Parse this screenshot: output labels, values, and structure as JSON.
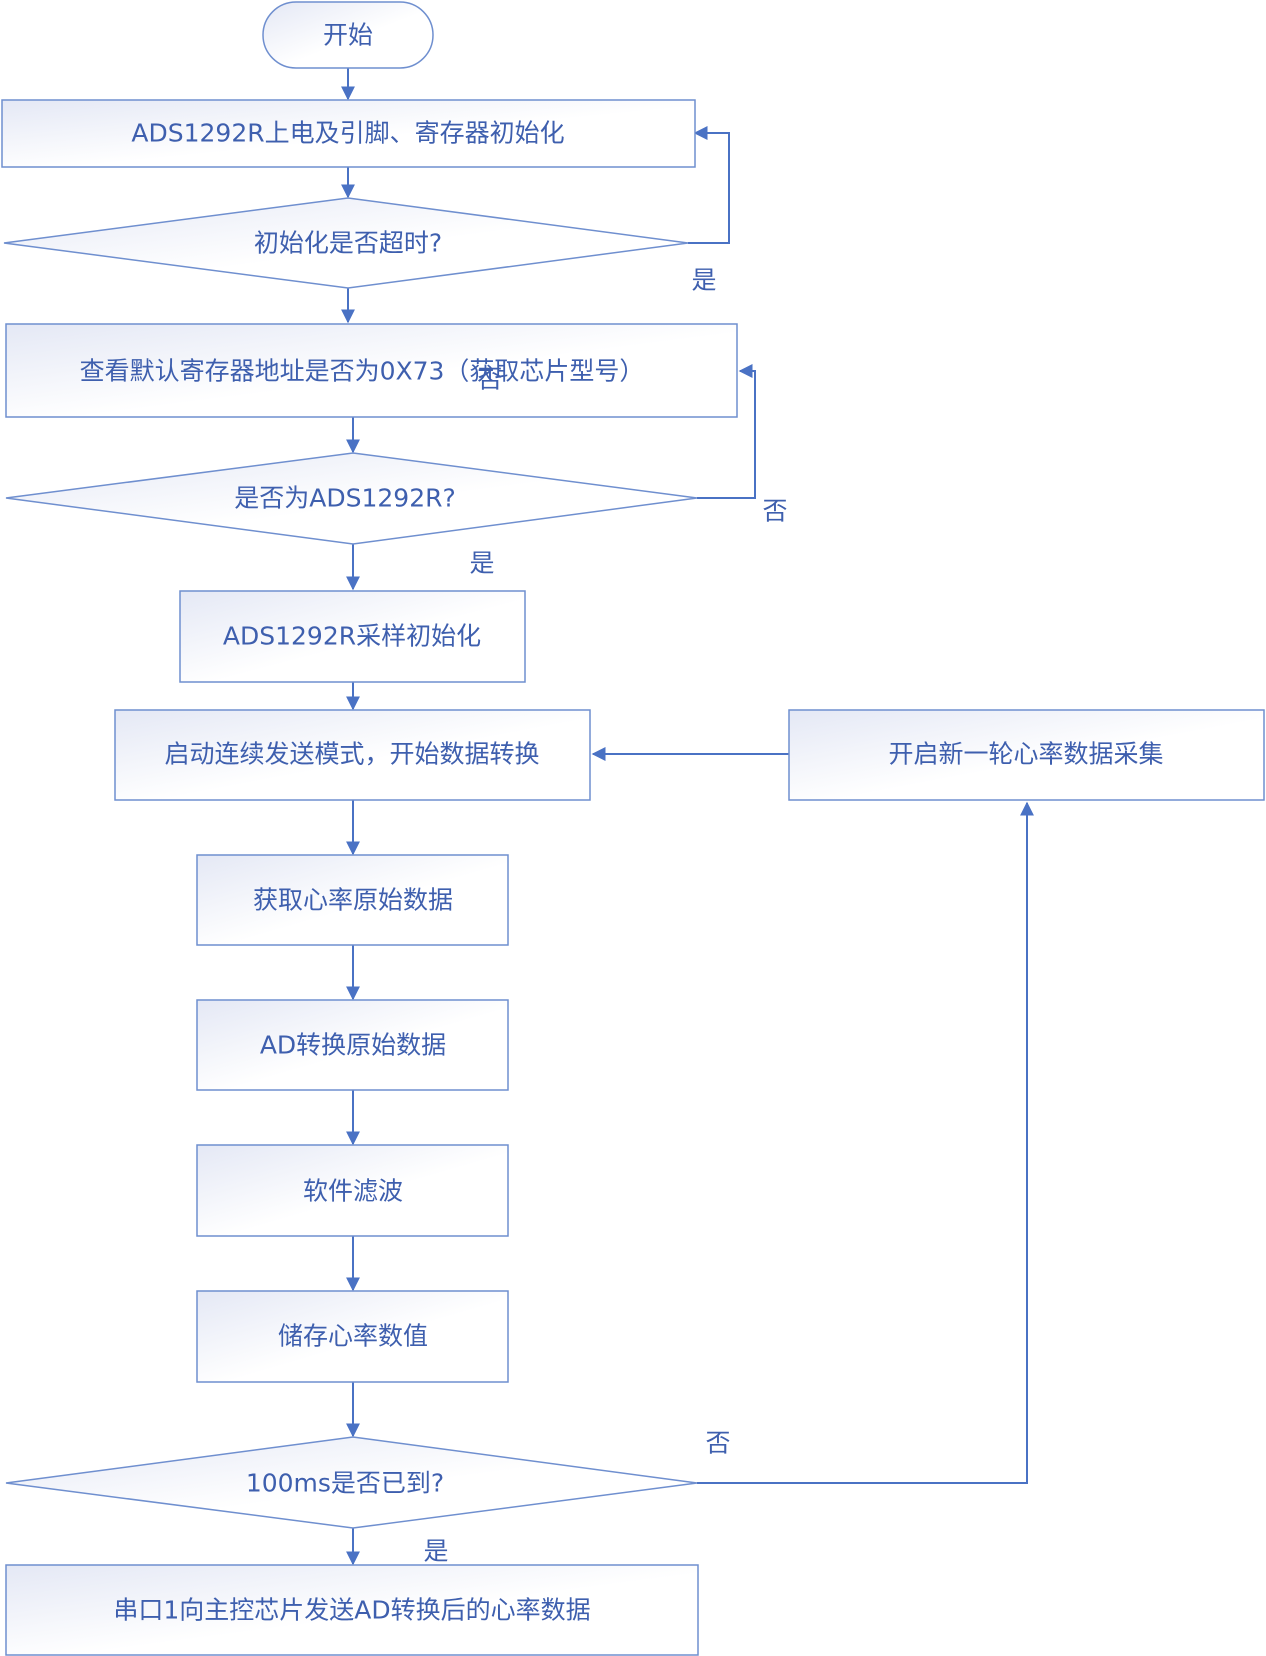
{
  "colors": {
    "stroke": "#6f8fcf",
    "text": "#3e5fae",
    "edge": "#4a72c4",
    "fill_start": "#e6e9f5",
    "fill_end": "#ffffff"
  },
  "nodes": {
    "start": "开始",
    "init": "ADS1292R上电及引脚、寄存器初始化",
    "timeout_check": "初始化是否超时?",
    "read_reg": "查看默认寄存器地址是否为0X73（获取芯片型号）",
    "chip_check": "是否为ADS1292R?",
    "sample_init": "ADS1292R采样初始化",
    "continuous_mode": "启动连续发送模式，开始数据转换",
    "new_round": "开启新一轮心率数据采集",
    "get_raw": "获取心率原始数据",
    "ad_convert": "AD转换原始数据",
    "filter": "软件滤波",
    "store": "储存心率数值",
    "time_check": "100ms是否已到?",
    "uart_send": "串口1向主控芯片发送AD转换后的心率数据"
  },
  "edge_labels": {
    "timeout_yes": "是",
    "stray_no": "否",
    "chip_no": "否",
    "chip_yes": "是",
    "time_no": "否",
    "time_yes": "是"
  }
}
